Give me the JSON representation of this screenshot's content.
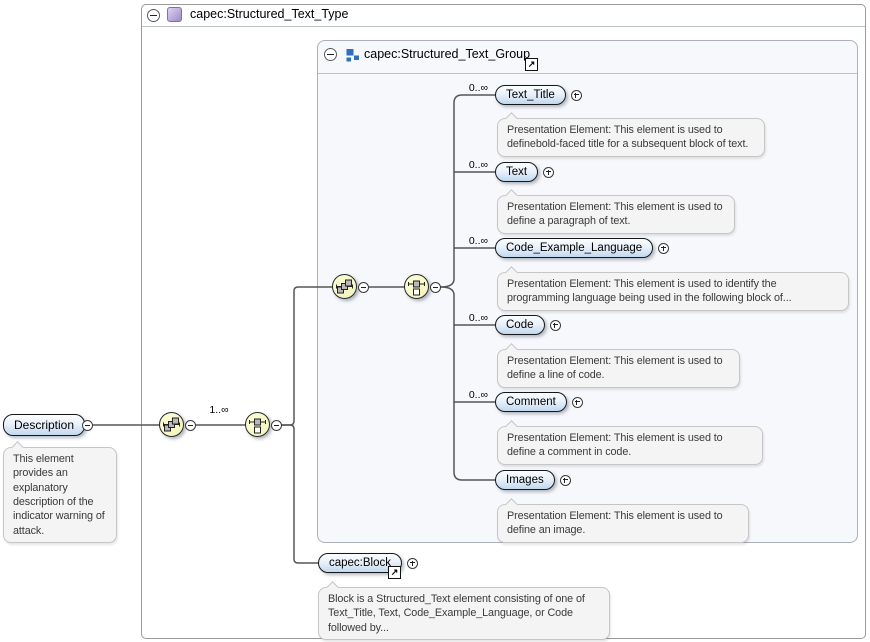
{
  "outer": {
    "title": "capec:Structured_Text_Type"
  },
  "group": {
    "title": "capec:Structured_Text_Group"
  },
  "description": {
    "label": "Description",
    "tooltip": "This element provides an explanatory description of the indicator warning of attack."
  },
  "multiplicity_outer": "1..∞",
  "group_children": [
    {
      "label": "Text_Title",
      "multiplicity": "0..∞",
      "tooltip": "Presentation Element: This element is used to definebold-faced title for a subsequent block of text."
    },
    {
      "label": "Text",
      "multiplicity": "0..∞",
      "tooltip": "Presentation Element: This element is used to define a paragraph of text."
    },
    {
      "label": "Code_Example_Language",
      "multiplicity": "0..∞",
      "tooltip": "Presentation Element: This element is used to identify the programming language being used in the following block of..."
    },
    {
      "label": "Code",
      "multiplicity": "0..∞",
      "tooltip": "Presentation Element: This element is used to define a line of code."
    },
    {
      "label": "Comment",
      "multiplicity": "0..∞",
      "tooltip": "Presentation Element: This element is used to define a comment in code."
    },
    {
      "label": "Images",
      "tooltip": "Presentation Element: This element is used to define an image."
    }
  ],
  "block": {
    "label": "capec:Block",
    "tooltip": "Block is a Structured_Text element consisting of one of Text_Title, Text, Code_Example_Language, or Code followed by..."
  },
  "icons": {
    "external_link": "↗"
  },
  "colors": {
    "pill_blue": "#c2d8ee",
    "node_yellow": "#f8f8c6",
    "tooltip_gray": "#f4f4f5",
    "line_gray": "#565656",
    "group_icon_blue": "#2e6fbe",
    "complex_type_purple": "#b7a6da"
  }
}
